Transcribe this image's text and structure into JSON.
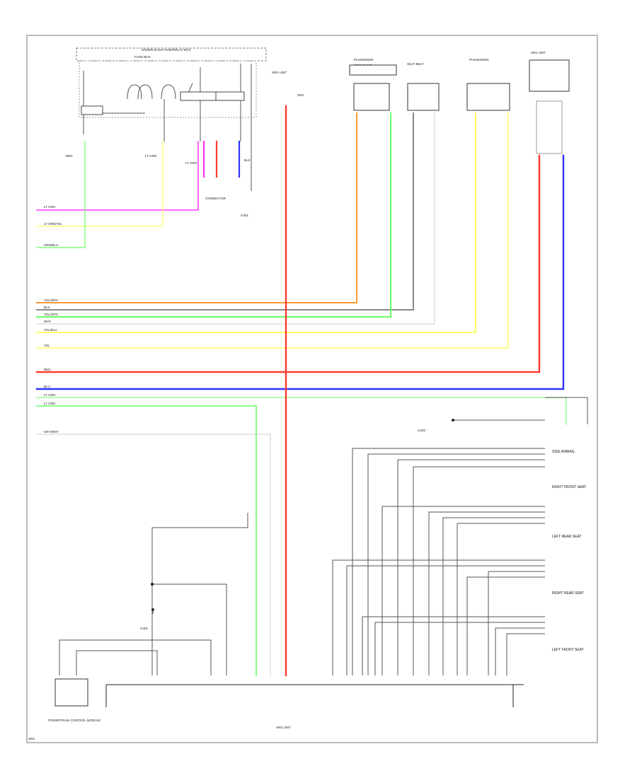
{
  "diagram": {
    "colors": {
      "red": "#ff3b30",
      "blue": "#3030ff",
      "pink": "#ff33ff",
      "orange": "#ff9933",
      "yellow": "#ffff33",
      "light_yellow": "#ffff66",
      "green": "#66ff66",
      "light_green": "#99ff99",
      "black": "#222222",
      "gray": "#888888",
      "white_wire": "#cccccc",
      "frame": "#777777"
    },
    "labels": {
      "junction_top": "UNDER-DASH FUSE/RELAY BOX",
      "fuse_box": "FUSE BOX",
      "passenger_occ": "PASSENGER OCCUPANT",
      "srs_top_right": "SRS UNIT",
      "module_bottom_left": "POWERTRAIN CONTROL MODULE",
      "module_bottom_center": "SRS UNIT",
      "ground_left": "G401",
      "ground_right": "G402",
      "right_block_1": "SIDE AIRBAG",
      "right_block_2": "RIGHT FRONT SEAT",
      "right_block_3": "LEFT REAR SEAT",
      "right_block_4": "RIGHT REAR SEAT",
      "right_block_5": "LEFT FRONT SEAT",
      "small_ground": "G",
      "page_tag": "SRS"
    }
  }
}
